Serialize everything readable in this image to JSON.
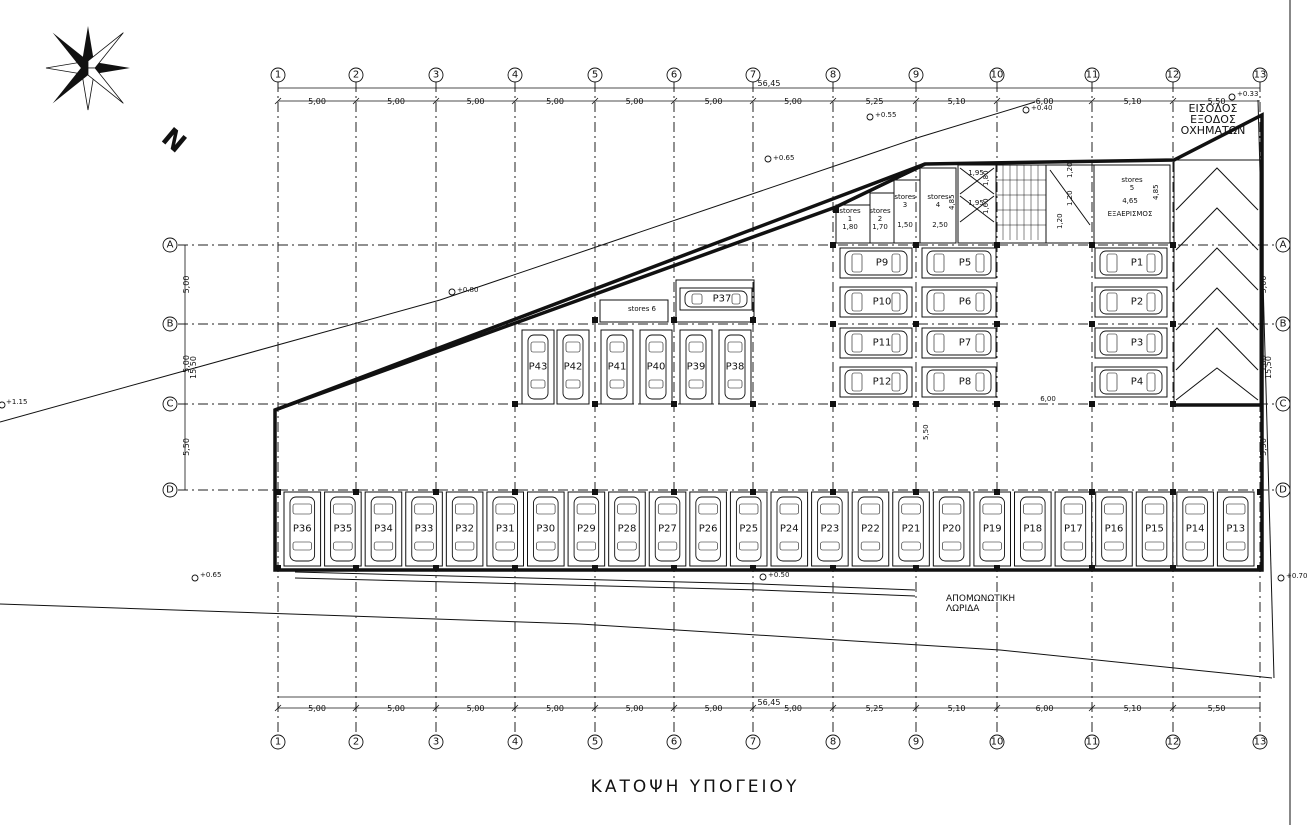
{
  "drawing": {
    "title": "ΚΑΤΟΨΗ ΥΠΟΓΕΙΟΥ",
    "overall_dimension": "56,45",
    "entrance_label": [
      "ΕΙΣΟΔΟΣ",
      "ΕΞΟΔΟΣ",
      "ΟΧΗΜΑΤΩΝ"
    ],
    "ventilation_label": "ΕΞΑΕΡΙΣΜΟΣ",
    "buffer_strip_label": [
      "ΑΠΟΜΩΝΩΤΙΚΗ",
      "ΛΩΡΙΔΑ"
    ]
  },
  "grid_columns": [
    "1",
    "2",
    "3",
    "4",
    "5",
    "6",
    "7",
    "8",
    "9",
    "10",
    "11",
    "12",
    "13"
  ],
  "grid_rows": [
    "A",
    "B",
    "C",
    "D"
  ],
  "column_spacings": [
    "5,00",
    "5,00",
    "5,00",
    "5,00",
    "5,00",
    "5,00",
    "5,00",
    "5,25",
    "5,10",
    "6,00",
    "5,10",
    "5,50"
  ],
  "row_spacings": [
    "5,00",
    "5,00",
    "5,50"
  ],
  "row_total": "15,50",
  "levels": [
    "+0.55",
    "+0.40",
    "+0.65",
    "+0.80",
    "+1.15",
    "+0.65",
    "+0.50",
    "+0.70",
    "+0.33"
  ],
  "stores": [
    {
      "name": "stores",
      "num": "1",
      "dim": "1,80"
    },
    {
      "name": "stores",
      "num": "2",
      "dim": "1,70"
    },
    {
      "name": "stores",
      "num": "3",
      "dim": "1,50"
    },
    {
      "name": "stores",
      "num": "4",
      "dim": "2,50"
    },
    {
      "name": "stores",
      "num": "5",
      "dim": "4,65"
    },
    {
      "name": "stores 6",
      "num": "",
      "dim": ""
    }
  ],
  "misc_dims": {
    "stores4_height": "4,85",
    "stores5_height": "4,85",
    "lift_a": "1,95",
    "lift_b": "1,95",
    "lift_c": "1,80",
    "lift_d": "1,60",
    "stair_a": "1,20",
    "stair_b": "1,20",
    "stair_c": "1,20",
    "core_gap": "6,00",
    "aisle_depth": "5,50"
  },
  "parking": {
    "bottom_row": [
      "P36",
      "P35",
      "P34",
      "P33",
      "P32",
      "P31",
      "P30",
      "P29",
      "P28",
      "P27",
      "P26",
      "P25",
      "P24",
      "P23",
      "P22",
      "P21",
      "P20",
      "P19",
      "P18",
      "P17",
      "P16",
      "P15",
      "P14",
      "P13"
    ],
    "middle_row": [
      "P43",
      "P42",
      "P41",
      "P40",
      "P39",
      "P38"
    ],
    "p37": "P37",
    "left_block": [
      "P9",
      "P10",
      "P11",
      "P12"
    ],
    "center_block": [
      "P5",
      "P6",
      "P7",
      "P8"
    ],
    "right_block": [
      "P1",
      "P2",
      "P3",
      "P4"
    ]
  }
}
